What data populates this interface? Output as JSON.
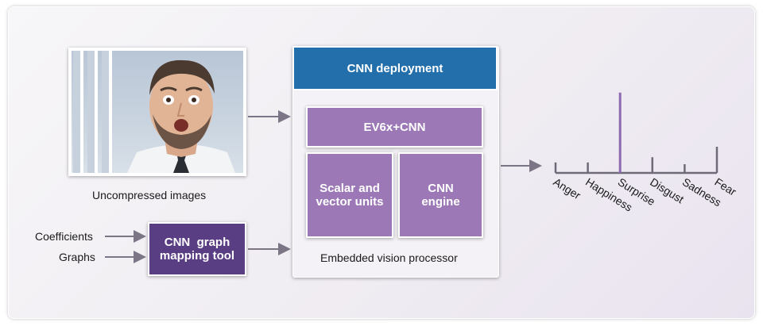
{
  "input": {
    "image_caption": "Uncompressed images",
    "coefficients_label": "Coefficients",
    "graphs_label": "Graphs"
  },
  "tool": {
    "line1": "CNN  graph",
    "line2": "mapping tool"
  },
  "processor": {
    "deployment_label": "CNN deployment",
    "ev_label": "EV6x+CNN",
    "scalar_line1": "Scalar and",
    "scalar_line2": "vector units",
    "engine_line1": "CNN",
    "engine_line2": "engine",
    "caption": "Embedded vision processor"
  },
  "chart_data": {
    "type": "bar",
    "categories": [
      "Anger",
      "Happiness",
      "Surprise",
      "Disgust",
      "Sadness",
      "Fear"
    ],
    "values": [
      0.12,
      0.12,
      0.92,
      0.18,
      0.1,
      0.3
    ],
    "ylim": [
      0,
      1
    ]
  },
  "colors": {
    "blue": "#236fac",
    "purple": "#9c79b6",
    "dark_purple": "#5a3e83",
    "highlight": "#8d6ab0",
    "axis": "#6f6a78",
    "arrow": "#7b7586"
  }
}
